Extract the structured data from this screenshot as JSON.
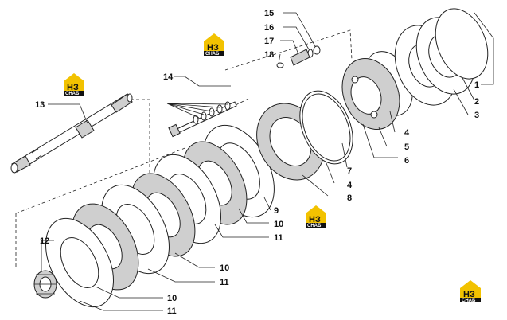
{
  "callouts": [
    {
      "id": "c15",
      "text": "15"
    },
    {
      "id": "c16",
      "text": "16"
    },
    {
      "id": "c17",
      "text": "17"
    },
    {
      "id": "c18",
      "text": "18"
    },
    {
      "id": "c14",
      "text": "14"
    },
    {
      "id": "c13",
      "text": "13"
    },
    {
      "id": "c12",
      "text": "12"
    },
    {
      "id": "c1",
      "text": "1"
    },
    {
      "id": "c2",
      "text": "2"
    },
    {
      "id": "c3",
      "text": "3"
    },
    {
      "id": "c4a",
      "text": "4"
    },
    {
      "id": "c5",
      "text": "5"
    },
    {
      "id": "c6",
      "text": "6"
    },
    {
      "id": "c7",
      "text": "7"
    },
    {
      "id": "c4b",
      "text": "4"
    },
    {
      "id": "c8",
      "text": "8"
    },
    {
      "id": "c9",
      "text": "9"
    },
    {
      "id": "c10a",
      "text": "10"
    },
    {
      "id": "c11a",
      "text": "11"
    },
    {
      "id": "c10b",
      "text": "10"
    },
    {
      "id": "c11b",
      "text": "11"
    },
    {
      "id": "c10c",
      "text": "10"
    },
    {
      "id": "c11c",
      "text": "11"
    }
  ],
  "logo": {
    "mark": "НЗ",
    "sub": "СНАБ"
  },
  "colors": {
    "logo_yellow": "#f2c200",
    "ink": "#111111"
  }
}
